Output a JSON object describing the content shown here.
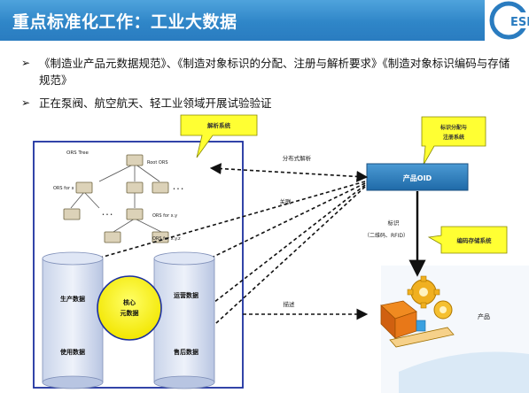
{
  "header": {
    "title": "重点标准化工作：工业大数据",
    "logo_text": "ESI"
  },
  "bullets": [
    {
      "marker": "➢",
      "text": "《制造业产品元数据规范》、《制造对象标识的分配、注册与解析要求》《制造对象标识编码与存储规范》"
    },
    {
      "marker": "➢",
      "text": "正在泵阀、航空航天、轻工业领域开展试验验证"
    }
  ],
  "diagram": {
    "callouts": {
      "parse_system": "解析系统",
      "assign_register_line1": "标识分配与",
      "assign_register_line2": "注册系统",
      "encode_store": "编码存储系统"
    },
    "ors": {
      "title": "ORS Tree",
      "root_label": "Root ORS",
      "for_x": "ORS for x",
      "for_xy": "ORS for x.y",
      "for_xyz": "ORS for x.y.z",
      "dots": "• • •"
    },
    "arrows": {
      "distributed_parse": "分布式解析",
      "association": "关联",
      "describe": "描述",
      "identify_line1": "标识",
      "identify_line2": "（二维码、RFID）"
    },
    "oid_box": "产品OID",
    "core": {
      "line1": "核心",
      "line2": "元数据"
    },
    "databases": {
      "production": "生产数据",
      "operation": "运营数据",
      "usage": "使用数据",
      "after_sales": "售后数据"
    },
    "product_label": "产品"
  },
  "colors": {
    "header_blue": "#2f86c8",
    "callout_yellow": "#ffff33",
    "oid_box_fill": "#2e7fbf",
    "core_yellow": "#ffff00",
    "panel_border": "#1b2f9e"
  }
}
